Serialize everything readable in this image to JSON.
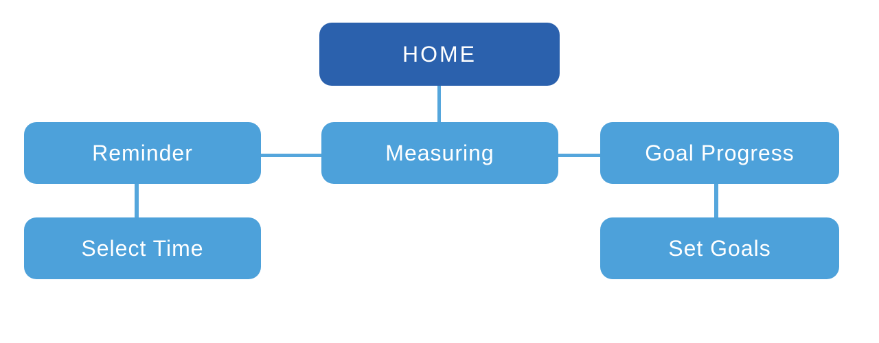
{
  "diagram_type": "flowchart",
  "nodes": {
    "home": {
      "label": "HOME",
      "level": 1,
      "style": "primary"
    },
    "reminder": {
      "label": "Reminder",
      "level": 2,
      "style": "secondary"
    },
    "measuring": {
      "label": "Measuring",
      "level": 2,
      "style": "secondary"
    },
    "goal_progress": {
      "label": "Goal Progress",
      "level": 2,
      "style": "secondary"
    },
    "select_time": {
      "label": "Select Time",
      "level": 3,
      "style": "secondary"
    },
    "set_goals": {
      "label": "Set Goals",
      "level": 3,
      "style": "secondary"
    }
  },
  "edges": [
    {
      "from": "home",
      "to": "measuring"
    },
    {
      "from": "reminder",
      "to": "measuring"
    },
    {
      "from": "measuring",
      "to": "goal_progress"
    },
    {
      "from": "reminder",
      "to": "select_time"
    },
    {
      "from": "goal_progress",
      "to": "set_goals"
    }
  ],
  "colors": {
    "primary_node": "#2b61ad",
    "secondary_node": "#4da1da",
    "connector": "#55a6dc",
    "label_text": "#ffffff",
    "background": "#ffffff"
  }
}
